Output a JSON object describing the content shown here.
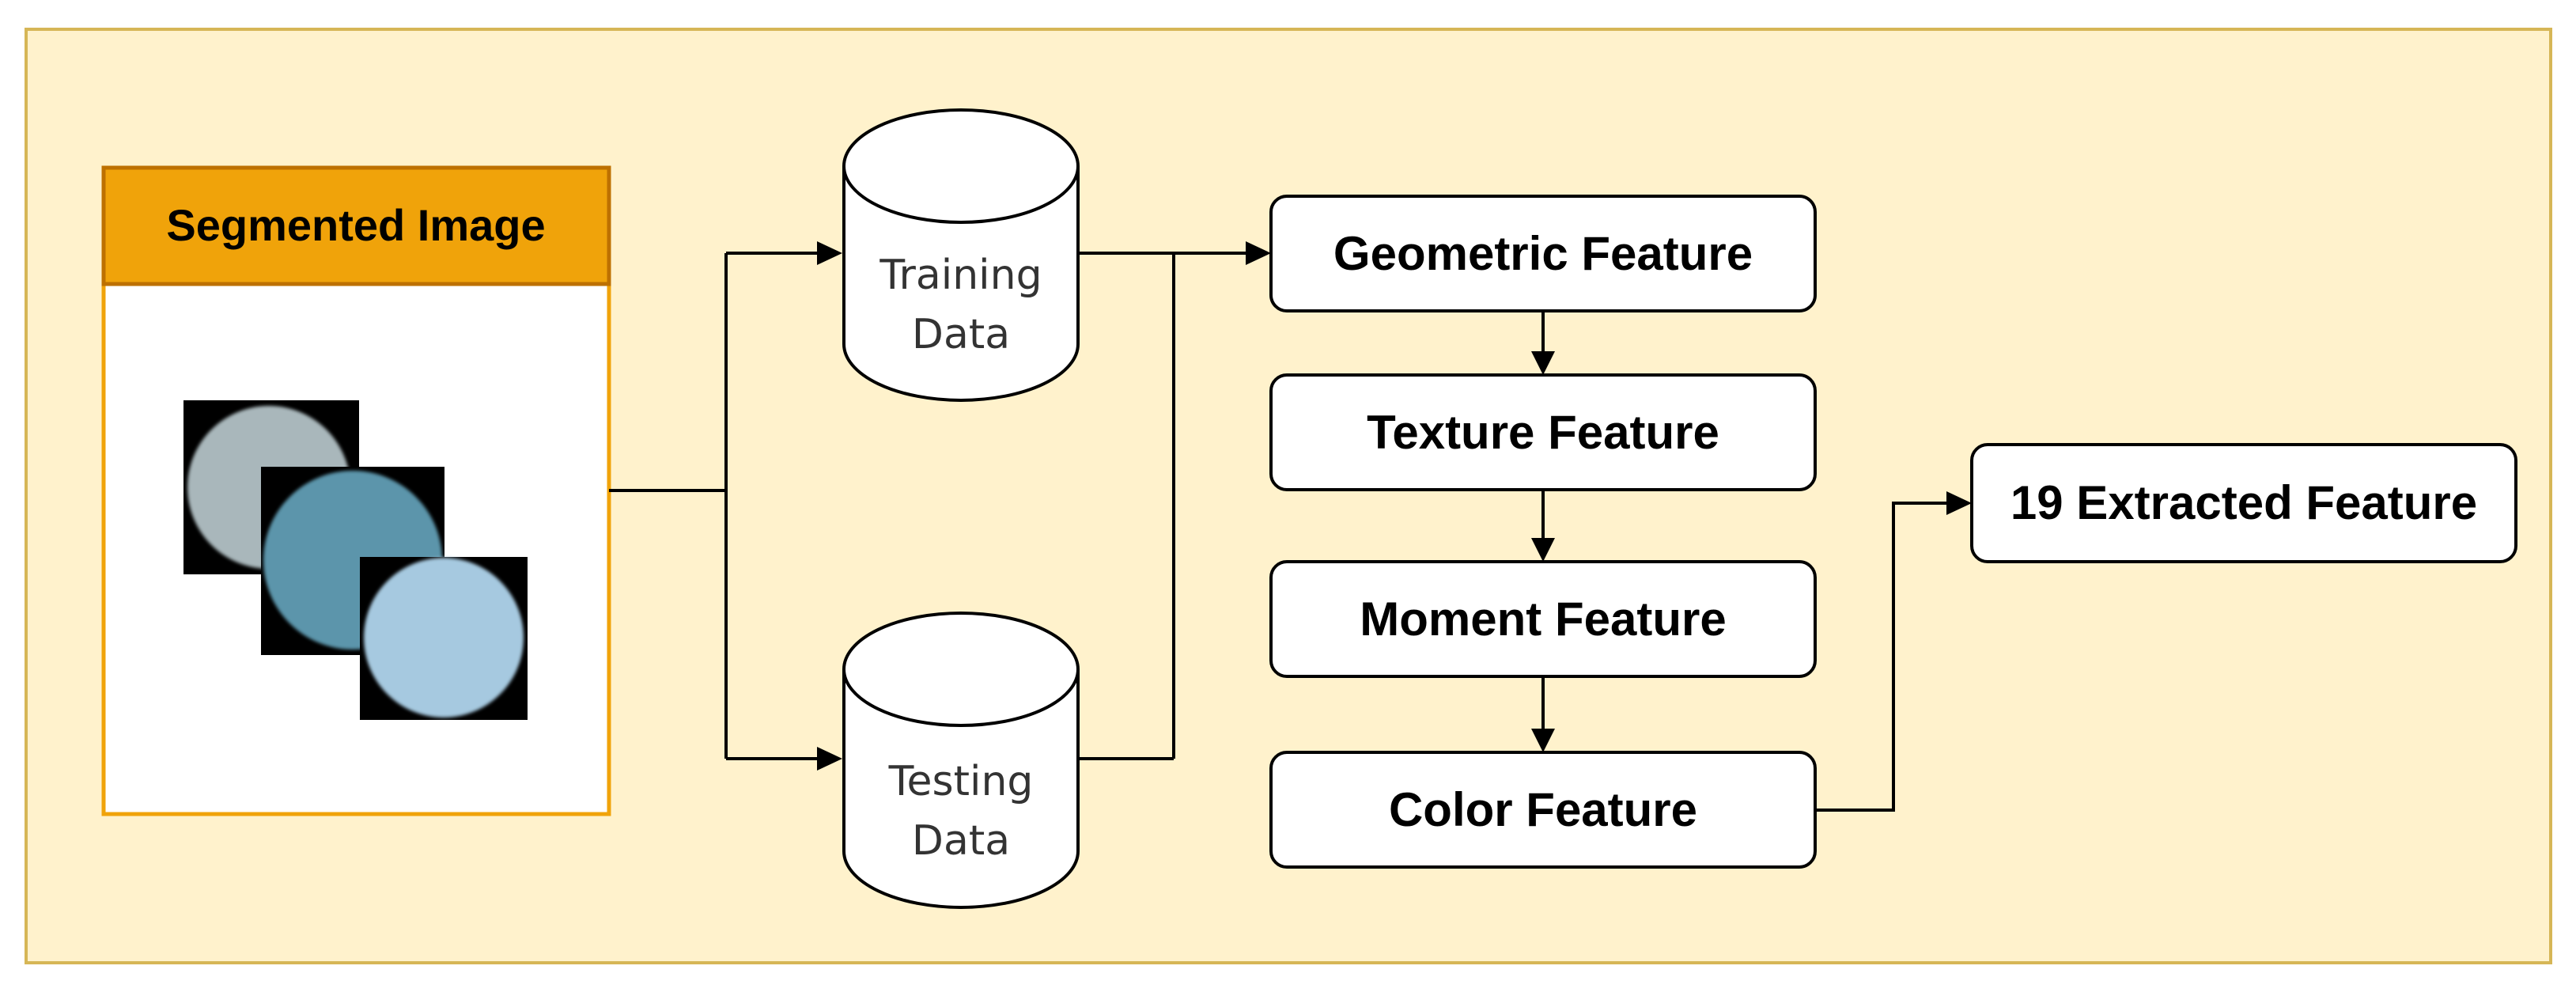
{
  "colors": {
    "panel_fill": "#fff2cc",
    "panel_border": "#d6b656",
    "header_fill": "#f0a30a",
    "header_border": "#bd7000",
    "node_fill": "#ffffff",
    "line": "#000000"
  },
  "segmented_image": {
    "title": "Segmented Image",
    "icon": "segmented-sample-images"
  },
  "databases": {
    "training": {
      "line1": "Training",
      "line2": "Data"
    },
    "testing": {
      "line1": "Testing",
      "line2": "Data"
    }
  },
  "features": {
    "geometric": "Geometric Feature",
    "texture": "Texture Feature",
    "moment": "Moment Feature",
    "color": "Color Feature"
  },
  "output": {
    "label": "19 Extracted Feature"
  }
}
